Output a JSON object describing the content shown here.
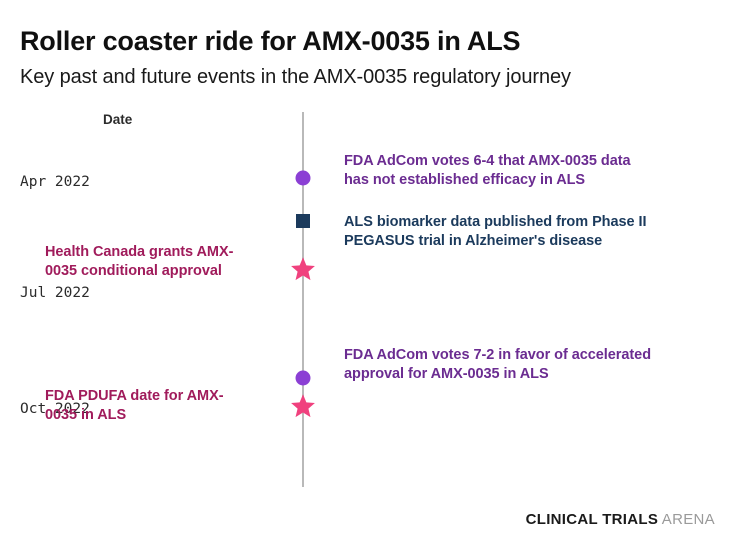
{
  "header": {
    "title": "Roller coaster ride for AMX-0035 in ALS",
    "subtitle": "Key past and future events in the AMX-0035 regulatory journey"
  },
  "axis": {
    "label": "Date"
  },
  "footer": {
    "logo_primary": "CLINICAL TRIALS",
    "logo_secondary": "ARENA"
  },
  "colors": {
    "purple": "#6B2C91",
    "navy": "#1B3A5C",
    "crimson": "#A01B5B",
    "marker_circle": "#8B3FD4",
    "marker_square": "#1B3A5C",
    "marker_star": "#F0417E",
    "axis_line": "#b9b9b9",
    "background": "#ffffff"
  },
  "chart_data": {
    "type": "timeline",
    "title": "Roller coaster ride for AMX-0035 in ALS",
    "subtitle": "Key past and future events in the AMX-0035 regulatory journey",
    "axis_label": "Date",
    "orientation": "vertical",
    "axis_range": [
      "Apr 2022",
      "Oct 2022"
    ],
    "tick_labels": [
      "Apr 2022",
      "Jul 2022",
      "Oct 2022"
    ],
    "grid": false,
    "legend": "none",
    "events": [
      {
        "date": "Apr 2022",
        "text": "FDA AdCom votes 6-4 that AMX-0035 data has not established efficacy in ALS",
        "marker": "circle",
        "marker_color": "#8B3FD4",
        "text_color": "#6B2C91",
        "side": "right"
      },
      {
        "date": "May 2022",
        "text": "ALS biomarker data published from Phase II PEGASUS trial in Alzheimer's disease",
        "marker": "square",
        "marker_color": "#1B3A5C",
        "text_color": "#1B3A5C",
        "side": "right"
      },
      {
        "date": "Jun 2022",
        "text": "Health Canada grants AMX-0035 conditional approval",
        "marker": "star",
        "marker_color": "#F0417E",
        "text_color": "#A01B5B",
        "side": "left"
      },
      {
        "date": "Sep 2022",
        "text": "FDA AdCom votes 7-2 in favor of accelerated approval for AMX-0035 in ALS",
        "marker": "circle",
        "marker_color": "#8B3FD4",
        "text_color": "#6B2C91",
        "side": "right"
      },
      {
        "date": "Oct 2022",
        "text": "FDA PDUFA date for AMX-0035 in ALS",
        "marker": "star",
        "marker_color": "#F0417E",
        "text_color": "#A01B5B",
        "side": "left"
      }
    ]
  },
  "ticks": [
    {
      "label": "Apr 2022"
    },
    {
      "label": "Jul 2022"
    },
    {
      "label": "Oct 2022"
    }
  ],
  "annotations": {
    "fda_adcom_6_4": "FDA AdCom votes 6-4 that AMX-0035 data has not established efficacy in ALS",
    "als_biomarker": "ALS biomarker data published from Phase II PEGASUS trial in Alzheimer's disease",
    "health_canada": "Health Canada grants AMX-0035 conditional approval",
    "fda_adcom_7_2": "FDA AdCom votes 7-2 in favor of accelerated approval for AMX-0035 in ALS",
    "fda_pdufa": "FDA PDUFA date for AMX-0035 in ALS"
  }
}
